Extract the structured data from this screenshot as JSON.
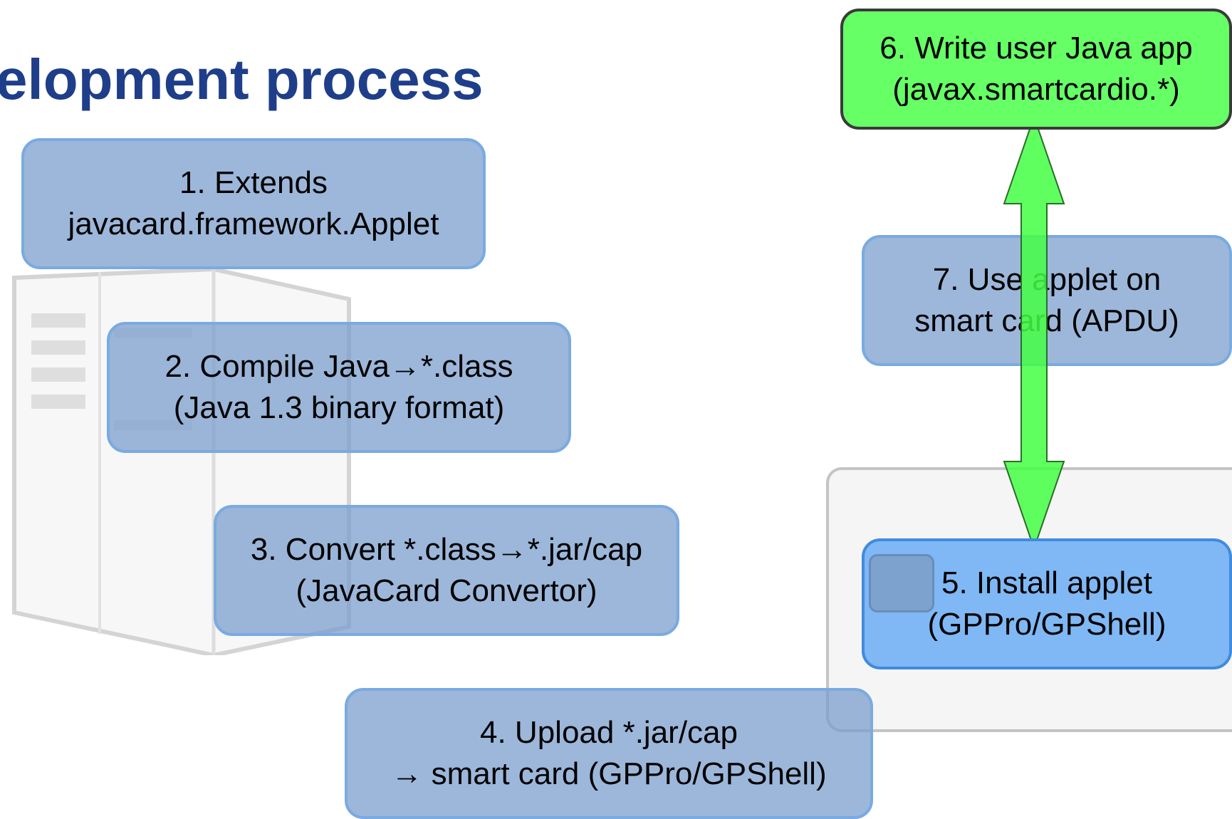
{
  "title": "elopment process",
  "steps": {
    "s1": {
      "line1": "1.  Extends",
      "line2": "javacard.framework.Applet"
    },
    "s2": {
      "line1": "2. Compile Java→*.class",
      "line2": "(Java 1.3 binary format)"
    },
    "s3": {
      "line1": "3. Convert *.class→*.jar/cap",
      "line2": "(JavaCard Convertor)"
    },
    "s4": {
      "line1": "4. Upload *.jar/cap",
      "line2": "→ smart card (GPPro/GPShell)"
    },
    "s5": {
      "line1": "5. Install applet",
      "line2": "(GPPro/GPShell)"
    },
    "s6": {
      "line1": "6. Write user Java app",
      "line2": "(javax.smartcardio.*)"
    },
    "s7": {
      "line1": "7. Use applet on",
      "line2": "smart card (APDU)"
    }
  },
  "colors": {
    "title": "#1f3e8a",
    "step_box": "#769bcc",
    "install_box": "#7fb8f4",
    "user_app_box": "#66ff66",
    "arrow": "#44ff44"
  },
  "icons": [
    "desktop-computer-icon",
    "smart-card-icon",
    "sim-chip-icon",
    "double-arrow-icon"
  ]
}
